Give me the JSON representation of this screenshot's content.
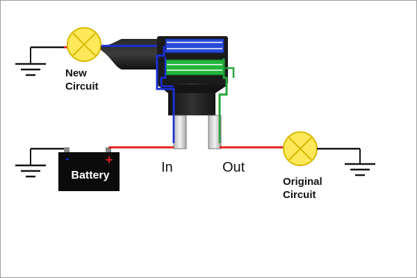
{
  "labels": {
    "new_circuit": [
      "New",
      "Circuit"
    ],
    "original_circuit": [
      "Original",
      "Circuit"
    ],
    "battery": "Battery",
    "battery_negative": "-",
    "battery_positive": "+",
    "in": "In",
    "out": "Out"
  },
  "colors": {
    "wire_black": "#111111",
    "wire_red": "#e02020",
    "wire_blue": "#1a2fd6",
    "wire_green": "#22a33a",
    "fuse_blue": "#2a4bd8",
    "fuse_green": "#21b63a",
    "holder_dark": "#1f1f1f",
    "bulb_fill": "#ffe95a",
    "bulb_stroke": "#d8b800",
    "battery_body": "#0b0b0b",
    "terminal_blue": "#1a2fd6",
    "terminal_red": "#e02020"
  },
  "icons": {
    "ground_left_top": "ground-icon",
    "ground_left_bottom": "ground-icon",
    "ground_right": "ground-icon",
    "lamp_new": "lamp-icon",
    "lamp_original": "lamp-icon",
    "fuse_tap": "add-a-circuit-fuse-tap-icon"
  }
}
